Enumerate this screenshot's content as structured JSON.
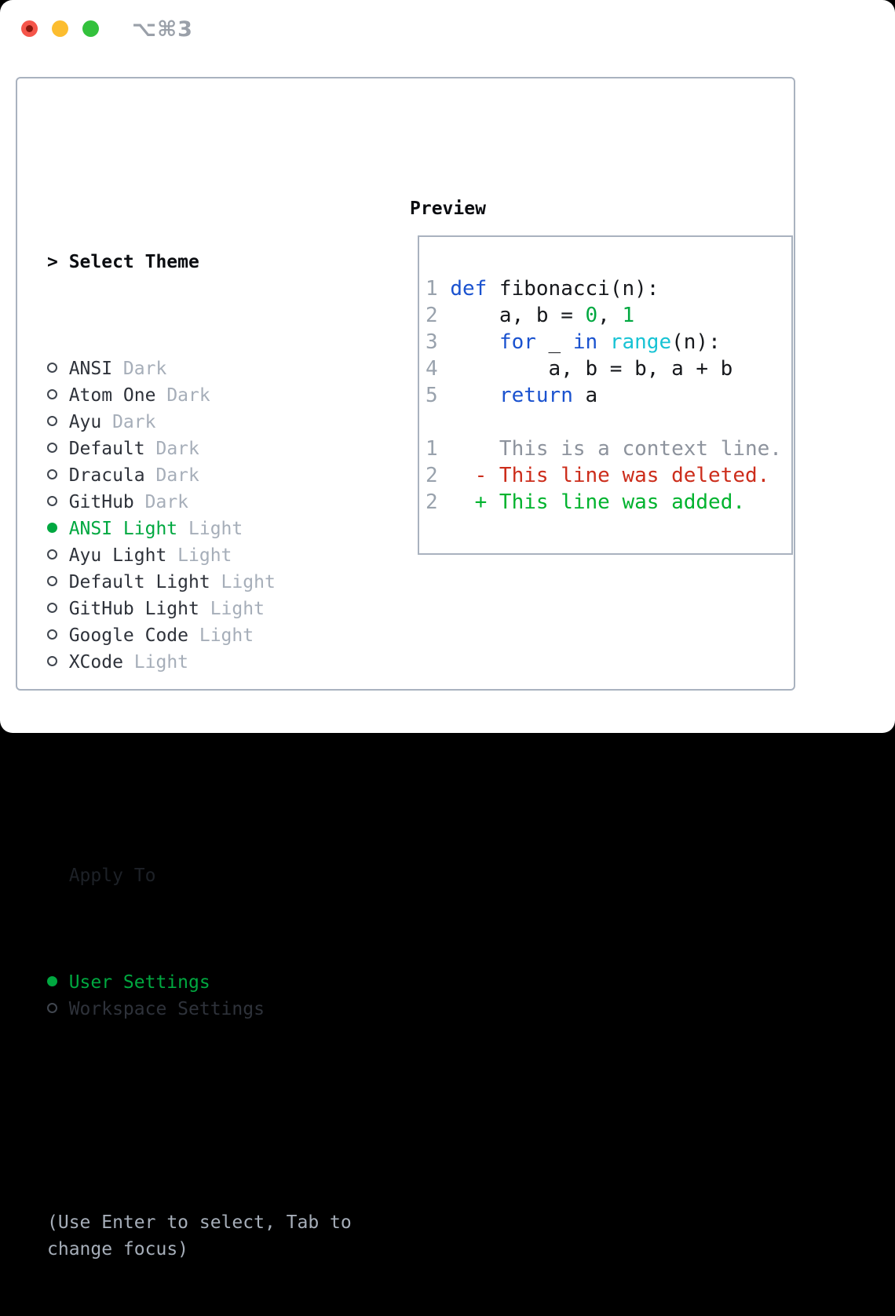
{
  "titlebar": {
    "shortcut": "⌥⌘3",
    "traffic_lights": {
      "close_color": "#f5554a",
      "minimize_color": "#fcbd2f",
      "zoom_color": "#33c13c"
    }
  },
  "theme_panel": {
    "header": {
      "prompt": ">",
      "label": "Select Theme"
    },
    "themes": [
      {
        "label": "ANSI",
        "tag": "Dark",
        "selected": false
      },
      {
        "label": "Atom One",
        "tag": "Dark",
        "selected": false
      },
      {
        "label": "Ayu",
        "tag": "Dark",
        "selected": false
      },
      {
        "label": "Default",
        "tag": "Dark",
        "selected": false
      },
      {
        "label": "Dracula",
        "tag": "Dark",
        "selected": false
      },
      {
        "label": "GitHub",
        "tag": "Dark",
        "selected": false
      },
      {
        "label": "ANSI Light",
        "tag": "Light",
        "selected": true
      },
      {
        "label": "Ayu Light",
        "tag": "Light",
        "selected": false
      },
      {
        "label": "Default Light",
        "tag": "Light",
        "selected": false
      },
      {
        "label": "GitHub Light",
        "tag": "Light",
        "selected": false
      },
      {
        "label": "Google Code",
        "tag": "Light",
        "selected": false
      },
      {
        "label": "XCode",
        "tag": "Light",
        "selected": false
      }
    ],
    "apply_to": {
      "header": "Apply To",
      "options": [
        {
          "label": "User Settings",
          "selected": true
        },
        {
          "label": "Workspace Settings",
          "selected": false
        }
      ]
    },
    "help_lines": [
      "(Use Enter to select, Tab to",
      "change focus)"
    ]
  },
  "preview": {
    "header": "Preview",
    "code_lines": [
      {
        "num": "1",
        "segments": [
          [
            "def",
            "kw"
          ],
          [
            " fibonacci(n):",
            "fg"
          ]
        ]
      },
      {
        "num": "2",
        "segments": [
          [
            "    a, b = ",
            "fg"
          ],
          [
            "0",
            "num"
          ],
          [
            ", ",
            "fg"
          ],
          [
            "1",
            "num"
          ]
        ]
      },
      {
        "num": "3",
        "segments": [
          [
            "    ",
            "fg"
          ],
          [
            "for",
            "kw"
          ],
          [
            " _ ",
            "fg"
          ],
          [
            "in",
            "kw"
          ],
          [
            " ",
            "fg"
          ],
          [
            "range",
            "fn"
          ],
          [
            "(n):",
            "fg"
          ]
        ]
      },
      {
        "num": "4",
        "segments": [
          [
            "        a, b = b, a + b",
            "fg"
          ]
        ]
      },
      {
        "num": "5",
        "segments": [
          [
            "    ",
            "fg"
          ],
          [
            "return",
            "kw"
          ],
          [
            " a",
            "fg"
          ]
        ]
      }
    ],
    "diff_lines": [
      {
        "num": "1",
        "marker": " ",
        "text": "This is a context line.",
        "type": "context"
      },
      {
        "num": "2",
        "marker": "-",
        "text": "This line was deleted.",
        "type": "deleted"
      },
      {
        "num": "2",
        "marker": "+",
        "text": "This line was added.",
        "type": "added"
      }
    ]
  },
  "colors": {
    "accent_green": "#00a840",
    "keyword_blue": "#1a52cf",
    "function_cyan": "#17c3d4",
    "literal_green": "#00a840",
    "deleted_red": "#cc2d1b",
    "added_green": "#00b32e",
    "context_gray": "#8d939d",
    "line_number_gray": "#99a2ad",
    "muted_gray": "#a6aeb9",
    "panel_border_gray": "#a9b2bf",
    "titlebar_text_gray": "#9aa0a9"
  }
}
